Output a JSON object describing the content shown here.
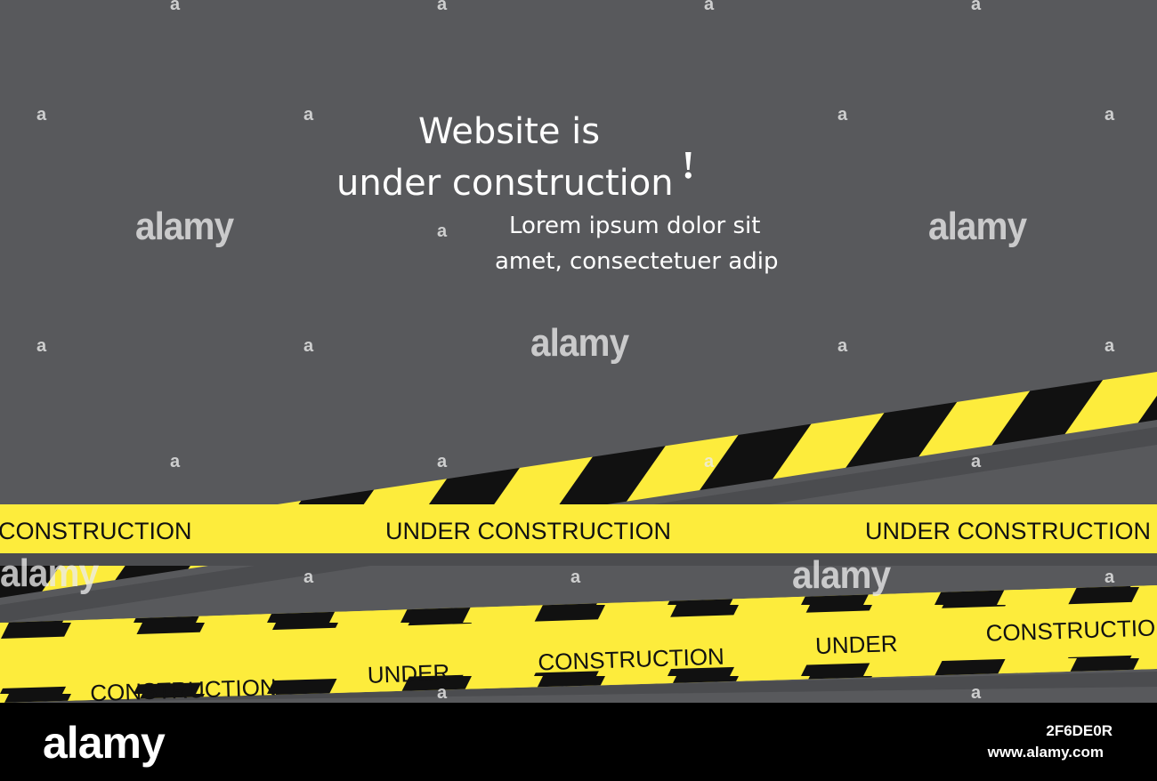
{
  "heading": {
    "line1": "Website is",
    "line2": "under construction",
    "exclaim": "!"
  },
  "subtext": {
    "line1": "Lorem ipsum dolor sit",
    "line2": "amet, consectetuer adip"
  },
  "tapes": {
    "straight": [
      "CONSTRUCTION",
      "UNDER CONSTRUCTION",
      "UNDER CONSTRUCTION"
    ],
    "lower": [
      "CONSTRUCTION",
      "UNDER",
      "CONSTRUCTION",
      "UNDER",
      "CONSTRUCTION"
    ]
  },
  "watermark": {
    "brand": "alamy",
    "letter": "a"
  },
  "footer": {
    "logo": "alamy",
    "image_id": "2F6DE0R",
    "site": "www.alamy.com"
  },
  "colors": {
    "background": "#58595c",
    "tape_yellow": "#fdec3c",
    "tape_black": "#111111",
    "footer": "#000000"
  }
}
